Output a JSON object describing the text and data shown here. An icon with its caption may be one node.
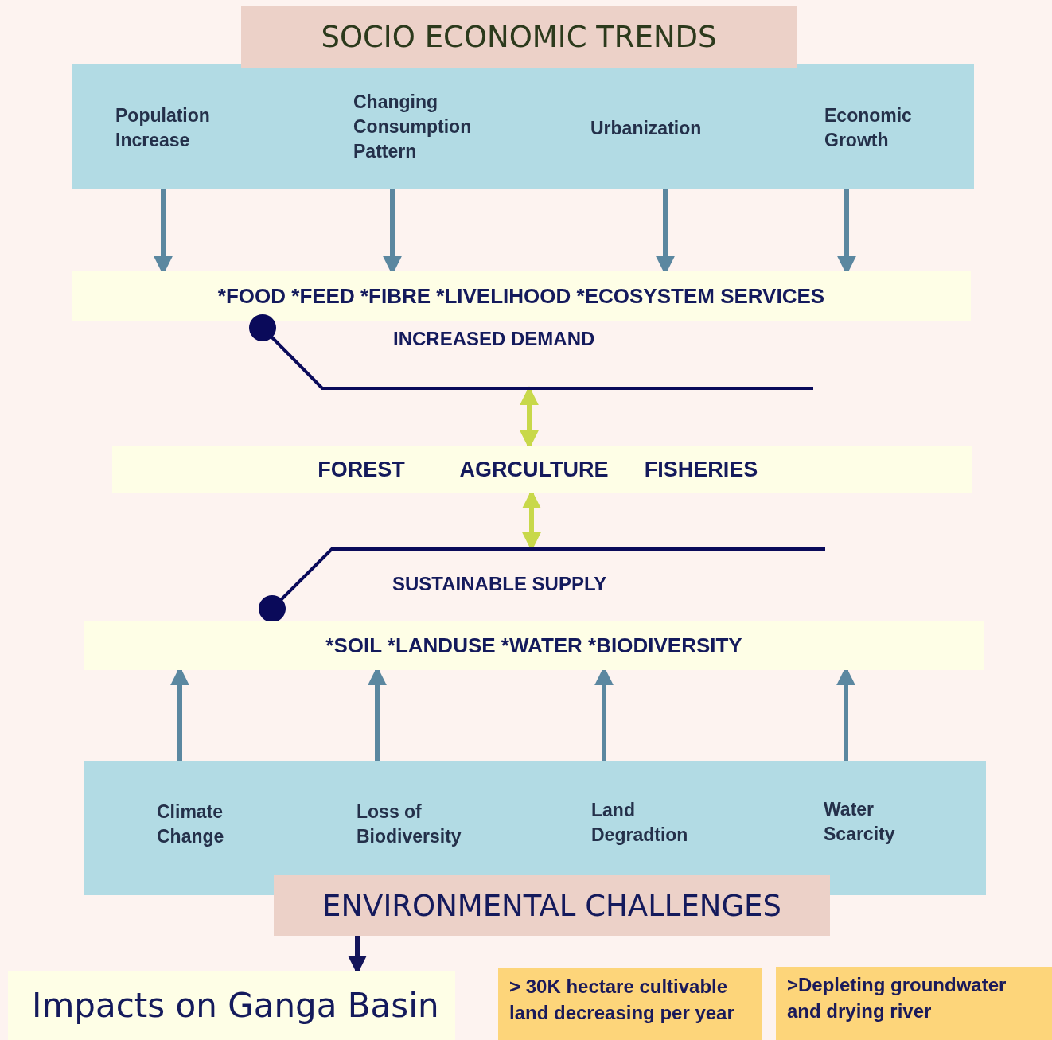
{
  "diagram": {
    "nodes": [
      {
        "text": [
          "SOCIO ECONOMIC TRENDS"
        ]
      },
      {
        "text": [
          "Population Increase"
        ],
        "in": 0
      },
      {
        "text": [
          "Changing Consumption Pattern"
        ],
        "in": 0
      },
      {
        "text": [
          "Urbanization"
        ],
        "in": 0
      },
      {
        "text": [
          "Economic Growth"
        ],
        "in": 0
      },
      {
        "text": [
          "*FOOD *FEED *FIBRE *LIVELIHOOD *ECOSYSTEM SERVICES"
        ]
      },
      {
        "text": [
          "INCREASED DEMAND"
        ]
      },
      {
        "text": [
          "FOREST",
          "AGRCULTURE",
          "FISHERIES"
        ]
      },
      {
        "text": [
          "SUSTAINABLE SUPPLY"
        ]
      },
      {
        "text": [
          "*SOIL *LANDUSE *WATER *BIODIVERSITY"
        ]
      },
      {
        "text": [
          "ENVIRONMENTAL CHALLENGES"
        ]
      },
      {
        "text": [
          "Climate Change"
        ],
        "in": 10
      },
      {
        "text": [
          "Loss of Biodiversity"
        ],
        "in": 10
      },
      {
        "text": [
          "Land Degradtion"
        ],
        "in": 10
      },
      {
        "text": [
          "Water Scarcity"
        ],
        "in": 10
      },
      {
        "text": [
          "Impacts on Ganga Basin"
        ]
      },
      {
        "text": [
          "> 30K hectare cultivable land decreasing  per year"
        ]
      },
      {
        "text": [
          ">Depleting groundwater and drying river"
        ]
      }
    ],
    "edges": [
      {
        "from": 1,
        "to": 5,
        "arrow": "to"
      },
      {
        "from": 2,
        "to": 5,
        "arrow": "to"
      },
      {
        "from": 3,
        "to": 5,
        "arrow": "to"
      },
      {
        "from": 4,
        "to": 5,
        "arrow": "to"
      },
      {
        "from": 6,
        "to": 7,
        "arrow": "both",
        "color": "#c8d84a"
      },
      {
        "from": 7,
        "to": 8,
        "arrow": "both",
        "color": "#c8d84a"
      },
      {
        "from": 11,
        "to": 9,
        "arrow": "to"
      },
      {
        "from": 12,
        "to": 9,
        "arrow": "to"
      },
      {
        "from": 13,
        "to": 9,
        "arrow": "to"
      },
      {
        "from": 14,
        "to": 9,
        "arrow": "to"
      },
      {
        "from": 10,
        "to": 15,
        "arrow": "to",
        "color": "#14145a"
      }
    ]
  }
}
